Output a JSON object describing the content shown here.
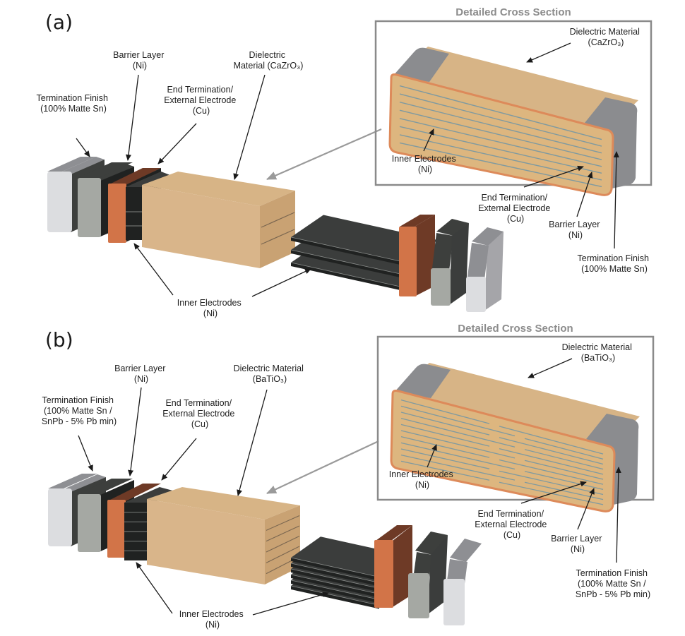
{
  "colors": {
    "dielectric_top": "#d7b486",
    "dielectric_front": "#d9b58a",
    "dielectric_side": "#c9a273",
    "electrode": "#3b3d3c",
    "electrode_dark": "#202221",
    "copper_front": "#d27448",
    "copper_top": "#6e3a26",
    "nickel_front": "#a5a8a3",
    "nickel_top": "#3d3f3d",
    "tin_front": "#dcdde0",
    "tin_top": "#8e8f93",
    "xs_body": "#ddb67f",
    "xs_line": "#7f9aa0",
    "xs_cap": "#8b8c8f",
    "xs_copper": "#dd8a5a"
  },
  "panels": [
    {
      "letter": "(a)",
      "cross_section_title": "Detailed Cross Section",
      "exploded_labels": {
        "termination_finish": [
          "Termination Finish",
          "(100% Matte Sn)"
        ],
        "barrier_layer": [
          "Barrier Layer",
          "(Ni)"
        ],
        "end_termination": [
          "End Termination/",
          "External Electrode",
          "(Cu)"
        ],
        "dielectric": [
          "Dielectric",
          "Material (CaZrO₃)"
        ],
        "inner_electrodes": [
          "Inner Electrodes",
          "(Ni)"
        ]
      },
      "cross_section_labels": {
        "dielectric": [
          "Dielectric Material",
          "(CaZrO₃)"
        ],
        "inner_electrodes": [
          "Inner Electrodes",
          "(Ni)"
        ],
        "end_termination": [
          "End Termination/",
          "External Electrode",
          "(Cu)"
        ],
        "barrier_layer": [
          "Barrier Layer",
          "(Ni)"
        ],
        "termination_finish": [
          "Termination Finish",
          "(100% Matte Sn)"
        ]
      },
      "electrode_layers": 3
    },
    {
      "letter": "(b)",
      "cross_section_title": "Detailed Cross Section",
      "exploded_labels": {
        "termination_finish": [
          "Termination Finish",
          "(100% Matte Sn /",
          "SnPb - 5% Pb min)"
        ],
        "barrier_layer": [
          "Barrier Layer",
          "(Ni)"
        ],
        "end_termination": [
          "End Termination/",
          "External Electrode",
          "(Cu)"
        ],
        "dielectric": [
          "Dielectric Material",
          "(BaTiO₃)"
        ],
        "inner_electrodes": [
          "Inner Electrodes",
          "(Ni)"
        ]
      },
      "cross_section_labels": {
        "dielectric": [
          "Dielectric Material",
          "(BaTiO₃)"
        ],
        "inner_electrodes": [
          "Inner Electrodes",
          "(Ni)"
        ],
        "end_termination": [
          "End Termination/",
          "External Electrode",
          "(Cu)"
        ],
        "barrier_layer": [
          "Barrier Layer",
          "(Ni)"
        ],
        "termination_finish": [
          "Termination Finish",
          "(100% Matte Sn /",
          "SnPb - 5% Pb min)"
        ]
      },
      "electrode_layers": 6
    }
  ]
}
